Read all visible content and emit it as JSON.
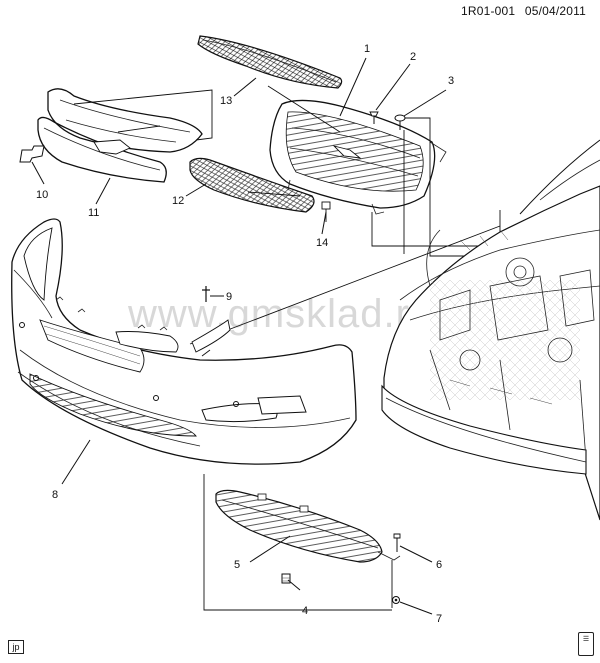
{
  "header": {
    "doc_code": "1R01-001",
    "date": "05/04/2011"
  },
  "watermark": "www.gmsklad.ru",
  "footer": {
    "corner_tag": "jp",
    "icon_name": "book-icon"
  },
  "callouts": [
    {
      "id": "c1",
      "label": "1"
    },
    {
      "id": "c2",
      "label": "2"
    },
    {
      "id": "c3",
      "label": "3"
    },
    {
      "id": "c4",
      "label": "4"
    },
    {
      "id": "c5",
      "label": "5"
    },
    {
      "id": "c6",
      "label": "6"
    },
    {
      "id": "c7",
      "label": "7"
    },
    {
      "id": "c8",
      "label": "8"
    },
    {
      "id": "c9",
      "label": "9"
    },
    {
      "id": "c10",
      "label": "10"
    },
    {
      "id": "c11",
      "label": "11"
    },
    {
      "id": "c12",
      "label": "12"
    },
    {
      "id": "c13",
      "label": "13"
    },
    {
      "id": "c14",
      "label": "14"
    }
  ]
}
